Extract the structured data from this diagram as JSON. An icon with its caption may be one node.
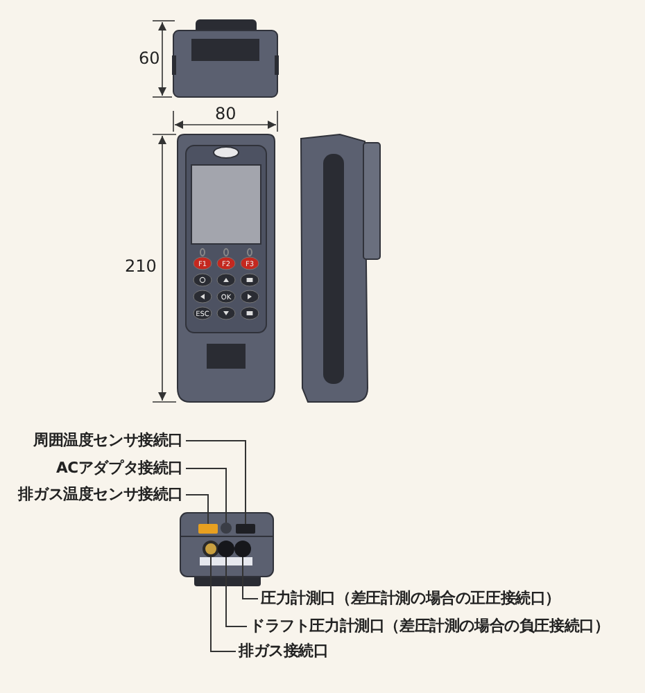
{
  "diagram": {
    "nodes": [
      {
        "text": [
          "周囲温度センサ接続口"
        ]
      },
      {
        "text": [
          "ACアダプタ接続口"
        ]
      },
      {
        "text": [
          "排ガス温度センサ接続口"
        ]
      },
      {
        "text": [],
        "shape": "box"
      },
      {
        "text": [],
        "shape": "circle"
      },
      {
        "text": [],
        "shape": "box"
      },
      {
        "text": [],
        "shape": "circle"
      },
      {
        "text": [],
        "shape": "circle"
      },
      {
        "text": [],
        "shape": "circle"
      },
      {
        "text": [
          "圧力計測口（差圧計測の場合の正圧接続口）"
        ]
      },
      {
        "text": [
          "ドラフト圧力計測口（差圧計測の場合の負圧接続口）"
        ]
      },
      {
        "text": [
          "排ガス接続口"
        ]
      }
    ],
    "edges": [
      {
        "from": 0,
        "to": 5,
        "arrow": "none"
      },
      {
        "from": 1,
        "to": 4,
        "arrow": "none"
      },
      {
        "from": 2,
        "to": 3,
        "arrow": "none"
      },
      {
        "from": 9,
        "to": 8,
        "arrow": "none"
      },
      {
        "from": 10,
        "to": 7,
        "arrow": "none"
      },
      {
        "from": 11,
        "to": 6,
        "arrow": "none"
      }
    ],
    "labels": [
      "60",
      "80",
      "210",
      "F1",
      "F2",
      "F3",
      "OK",
      "ESC"
    ]
  }
}
